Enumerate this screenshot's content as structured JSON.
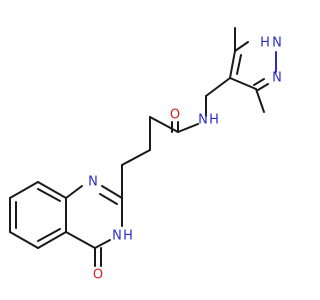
{
  "molecule": {
    "atoms": {
      "nh_pyrazole": "N",
      "nh_pyrazole_h": "H",
      "n_pyrazole": "N",
      "n_amide": "N",
      "n_amide_h": "H",
      "o_amide": "O",
      "n_quin1": "N",
      "n_quin3": "N",
      "n_quin3_h": "H",
      "o_quin": "O"
    },
    "colors": {
      "carbon_bond": "#1a1a1a",
      "nitrogen": "#2c2cc8",
      "oxygen": "#d42020"
    }
  }
}
